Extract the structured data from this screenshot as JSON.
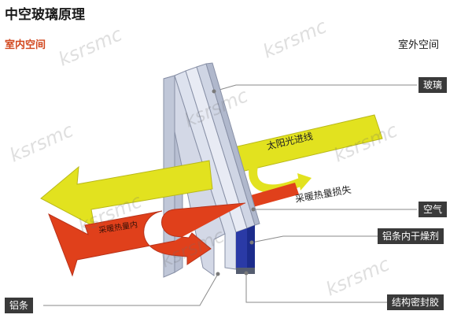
{
  "title": "中空玻璃原理",
  "indoor_label": "室内空间",
  "outdoor_label": "室外空间",
  "arrow_labels": {
    "sunlight": "太阳光进线",
    "heat_loss": "采暖热量损失",
    "heat_in": "采暖热量内"
  },
  "tags": {
    "glass": "玻璃",
    "air": "空气",
    "desiccant": "铝条内干燥剂",
    "sealant": "结构密封胶",
    "aluminum_strip": "铝条"
  },
  "watermark": "ksrsmc",
  "colors": {
    "sunlight_arrow": "#e2e21f",
    "heat_arrow": "#e0401b",
    "glass_face": "#dde2ee",
    "spacer": "#1c2c8c",
    "tag_bg": "#3a3a3a",
    "indoor_text": "#d2481f"
  }
}
